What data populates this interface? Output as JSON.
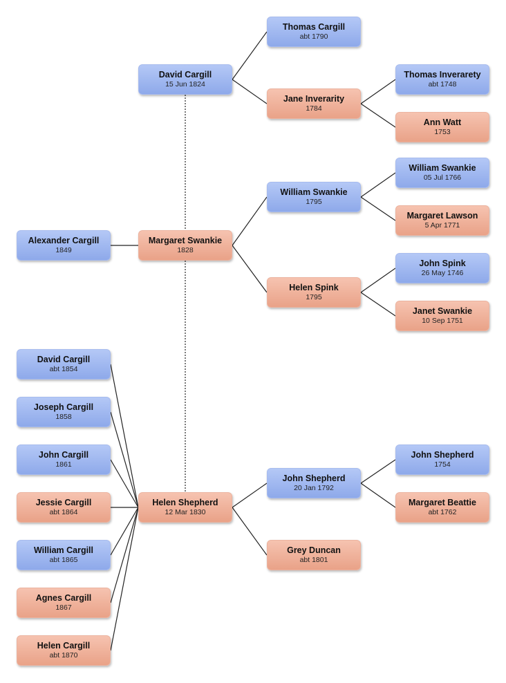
{
  "people": [
    {
      "id": "thomas-cargill",
      "name": "Thomas Cargill",
      "date": "abt 1790",
      "sex": "male"
    },
    {
      "id": "david-cargill-1824",
      "name": "David Cargill",
      "date": "15 Jun 1824",
      "sex": "male"
    },
    {
      "id": "thomas-inverarety",
      "name": "Thomas Inverarety",
      "date": "abt 1748",
      "sex": "male"
    },
    {
      "id": "jane-inverarity",
      "name": "Jane Inverarity",
      "date": "1784",
      "sex": "female"
    },
    {
      "id": "ann-watt",
      "name": "Ann Watt",
      "date": "1753",
      "sex": "female"
    },
    {
      "id": "william-swankie-1766",
      "name": "William Swankie",
      "date": "05 Jul 1766",
      "sex": "male"
    },
    {
      "id": "william-swankie-1795",
      "name": "William Swankie",
      "date": "1795",
      "sex": "male"
    },
    {
      "id": "margaret-lawson",
      "name": "Margaret Lawson",
      "date": "5 Apr 1771",
      "sex": "female"
    },
    {
      "id": "alexander-cargill",
      "name": "Alexander Cargill",
      "date": "1849",
      "sex": "male"
    },
    {
      "id": "margaret-swankie",
      "name": "Margaret Swankie",
      "date": "1828",
      "sex": "female"
    },
    {
      "id": "john-spink",
      "name": "John Spink",
      "date": "26 May 1746",
      "sex": "male"
    },
    {
      "id": "helen-spink",
      "name": "Helen Spink",
      "date": "1795",
      "sex": "female"
    },
    {
      "id": "janet-swankie",
      "name": "Janet Swankie",
      "date": "10 Sep 1751",
      "sex": "female"
    },
    {
      "id": "david-cargill-1854",
      "name": "David Cargill",
      "date": "abt 1854",
      "sex": "male"
    },
    {
      "id": "joseph-cargill",
      "name": "Joseph Cargill",
      "date": "1858",
      "sex": "male"
    },
    {
      "id": "john-cargill",
      "name": "John Cargill",
      "date": "1861",
      "sex": "male"
    },
    {
      "id": "john-shepherd-1754",
      "name": "John Shepherd",
      "date": "1754",
      "sex": "male"
    },
    {
      "id": "john-shepherd-1792",
      "name": "John Shepherd",
      "date": "20 Jan 1792",
      "sex": "male"
    },
    {
      "id": "jessie-cargill",
      "name": "Jessie Cargill",
      "date": "abt 1864",
      "sex": "female"
    },
    {
      "id": "helen-shepherd",
      "name": "Helen Shepherd",
      "date": "12 Mar 1830",
      "sex": "female"
    },
    {
      "id": "margaret-beattie",
      "name": "Margaret Beattie",
      "date": "abt 1762",
      "sex": "female"
    },
    {
      "id": "william-cargill",
      "name": "William Cargill",
      "date": "abt 1865",
      "sex": "male"
    },
    {
      "id": "grey-duncan",
      "name": "Grey Duncan",
      "date": "abt 1801",
      "sex": "female"
    },
    {
      "id": "agnes-cargill",
      "name": "Agnes Cargill",
      "date": "1867",
      "sex": "female"
    },
    {
      "id": "helen-cargill",
      "name": "Helen Cargill",
      "date": "abt 1870",
      "sex": "female"
    }
  ],
  "links": [
    {
      "from": "david-cargill-1824",
      "to": "thomas-cargill"
    },
    {
      "from": "david-cargill-1824",
      "to": "jane-inverarity"
    },
    {
      "from": "jane-inverarity",
      "to": "thomas-inverarety"
    },
    {
      "from": "jane-inverarity",
      "to": "ann-watt"
    },
    {
      "from": "margaret-swankie",
      "to": "william-swankie-1795"
    },
    {
      "from": "margaret-swankie",
      "to": "helen-spink"
    },
    {
      "from": "william-swankie-1795",
      "to": "william-swankie-1766"
    },
    {
      "from": "william-swankie-1795",
      "to": "margaret-lawson"
    },
    {
      "from": "helen-spink",
      "to": "john-spink"
    },
    {
      "from": "helen-spink",
      "to": "janet-swankie"
    },
    {
      "from": "alexander-cargill",
      "to": "margaret-swankie"
    },
    {
      "from": "helen-shepherd",
      "to": "john-shepherd-1792"
    },
    {
      "from": "helen-shepherd",
      "to": "grey-duncan"
    },
    {
      "from": "john-shepherd-1792",
      "to": "john-shepherd-1754"
    },
    {
      "from": "john-shepherd-1792",
      "to": "margaret-beattie"
    },
    {
      "from": "david-cargill-1854",
      "to": "helen-shepherd"
    },
    {
      "from": "joseph-cargill",
      "to": "helen-shepherd"
    },
    {
      "from": "john-cargill",
      "to": "helen-shepherd"
    },
    {
      "from": "jessie-cargill",
      "to": "helen-shepherd"
    },
    {
      "from": "william-cargill",
      "to": "helen-shepherd"
    },
    {
      "from": "agnes-cargill",
      "to": "helen-shepherd"
    },
    {
      "from": "helen-cargill",
      "to": "helen-shepherd"
    }
  ],
  "spouse_links": [
    {
      "from": "david-cargill-1824",
      "to": "helen-shepherd"
    }
  ],
  "colors": {
    "male_fill": "#a3b9f0",
    "female_fill": "#f0b49e",
    "line": "#222222"
  }
}
